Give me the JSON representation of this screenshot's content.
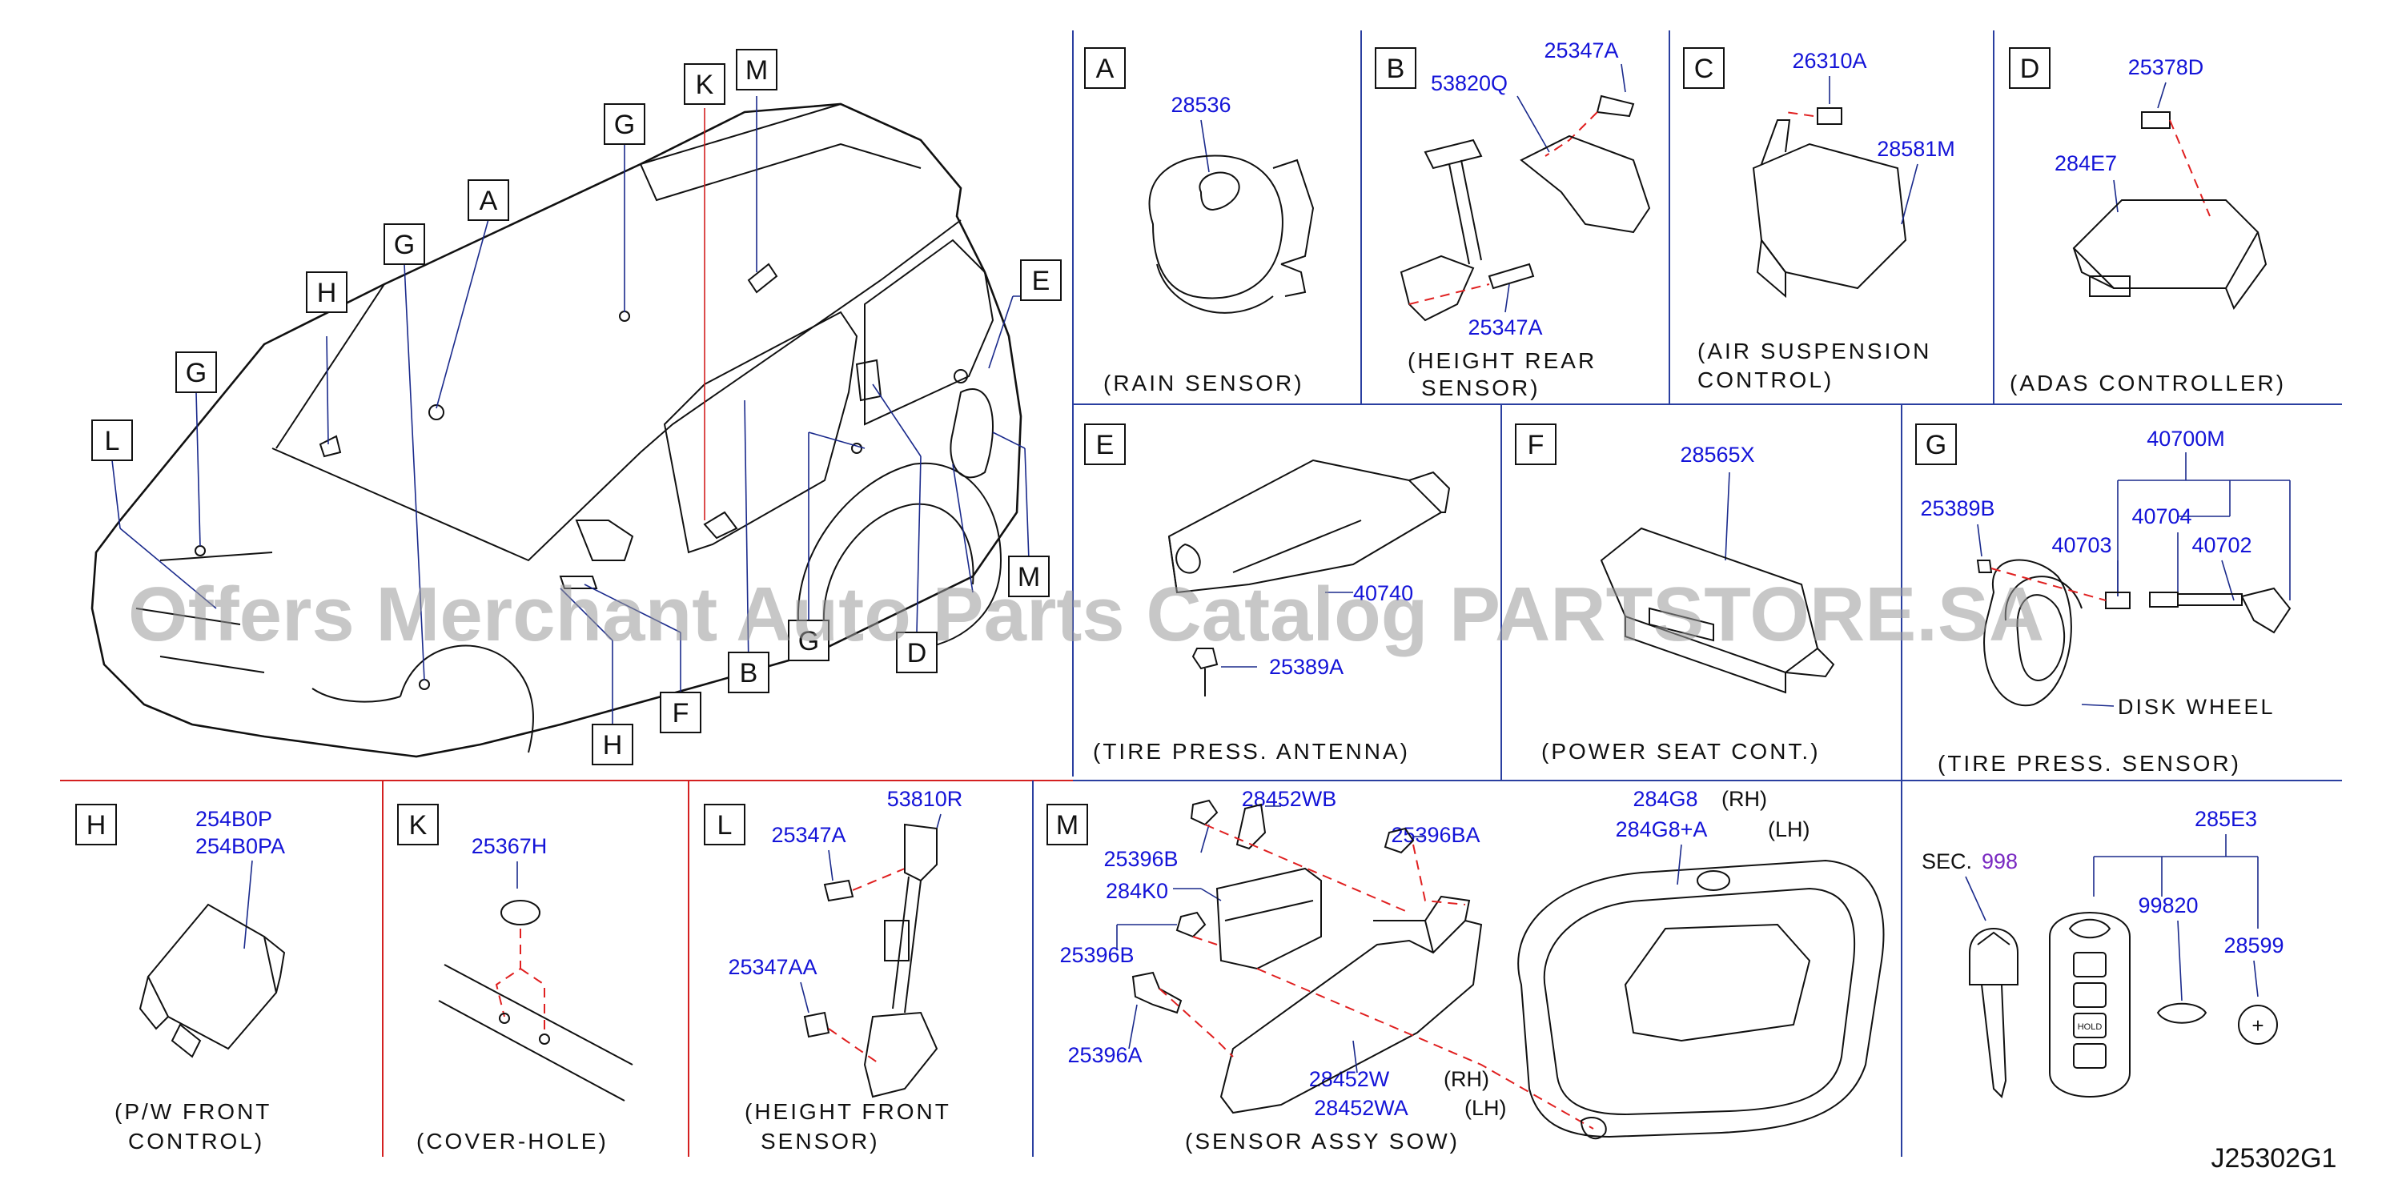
{
  "diagram_code": "J25302G1",
  "watermark": "Offers Merchant Auto Parts Catalog PARTSTORE.SA",
  "colors": {
    "part_number": "#1414d8",
    "section_ref": "#7a2ac2",
    "grid_blue": "#2a3fa0",
    "grid_red": "#d42020",
    "dash": "#e02020"
  },
  "overview": {
    "callouts": [
      "A",
      "B",
      "D",
      "E",
      "F",
      "G",
      "G",
      "G",
      "G",
      "H",
      "H",
      "K",
      "L",
      "M",
      "M"
    ]
  },
  "panels": {
    "A": {
      "letter": "A",
      "parts": [
        "28536"
      ],
      "caption": [
        "(RAIN SENSOR)"
      ]
    },
    "B": {
      "letter": "B",
      "parts": [
        "25347A",
        "53820Q",
        "25347A"
      ],
      "caption": [
        "(HEIGHT REAR",
        "SENSOR)"
      ]
    },
    "C": {
      "letter": "C",
      "parts": [
        "26310A",
        "28581M"
      ],
      "caption": [
        "(AIR SUSPENSION",
        "CONTROL)"
      ]
    },
    "D": {
      "letter": "D",
      "parts": [
        "25378D",
        "284E7"
      ],
      "caption": [
        "(ADAS CONTROLLER)"
      ]
    },
    "E": {
      "letter": "E",
      "parts": [
        "40740",
        "25389A"
      ],
      "caption": [
        "(TIRE PRESS. ANTENNA)"
      ]
    },
    "F": {
      "letter": "F",
      "parts": [
        "28565X"
      ],
      "caption": [
        "(POWER SEAT CONT.)"
      ]
    },
    "G": {
      "letter": "G",
      "parts": [
        "40700M",
        "25389B",
        "40704",
        "40703",
        "40702"
      ],
      "label": "DISK WHEEL",
      "caption": [
        "(TIRE PRESS. SENSOR)"
      ]
    },
    "H": {
      "letter": "H",
      "parts": [
        "254B0P",
        "254B0PA"
      ],
      "caption": [
        "(P/W FRONT",
        "CONTROL)"
      ]
    },
    "K": {
      "letter": "K",
      "parts": [
        "25367H"
      ],
      "caption": [
        "(COVER-HOLE)"
      ]
    },
    "L": {
      "letter": "L",
      "parts": [
        "53810R",
        "25347A",
        "25347AA"
      ],
      "caption": [
        "(HEIGHT FRONT",
        "SENSOR)"
      ]
    },
    "M": {
      "letter": "M",
      "parts": [
        "28452WB",
        "25396BA",
        "25396B",
        "284K0",
        "25396B",
        "25396A",
        "28452W",
        "28452WA",
        "284G8",
        "284G8+A"
      ],
      "side": [
        "(RH)",
        "(LH)",
        "(RH)",
        "(LH)"
      ],
      "caption": [
        "(SENSOR ASSY SOW)"
      ]
    },
    "KEY": {
      "sec_label": "SEC.",
      "sec_number": "998",
      "parts": [
        "285E3",
        "99820",
        "28599"
      ],
      "fob_hold": "HOLD"
    }
  }
}
